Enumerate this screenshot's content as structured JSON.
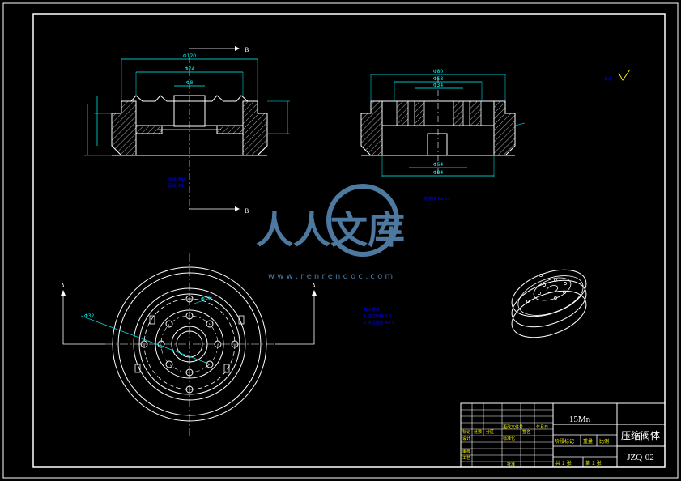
{
  "colors": {
    "background": "#000000",
    "line": "#ffffff",
    "dimension": "#00ffff",
    "note": "#0000ff",
    "label": "#ffff00",
    "watermark": "#6fa8dc"
  },
  "section_markers": {
    "b_top": "B",
    "b_bottom": "B",
    "a_left": "A",
    "a_right": "A"
  },
  "watermark": {
    "title": "人人文库",
    "url": "w w w . r e n r e n d o c . c o m"
  },
  "front_view": {
    "dim_outer": "Φ120",
    "dim_mid": "Φ74",
    "dim_inner": "Φ8",
    "note_line1": "图纸 #16",
    "note_line2": "图纸 #1"
  },
  "side_view": {
    "dim_top1": "Φ80",
    "dim_top2": "Φ58",
    "dim_top3": "Φ34",
    "dim_bottom1": "Φ54",
    "dim_bottom2": "Φ84",
    "note": "粗糙度 Ra 3.2"
  },
  "plan_view": {
    "dim_bolt": "Φ12",
    "dim_diag": "Φ32"
  },
  "tech_notes": {
    "title": "技术要求",
    "line1": "1.锐边倒钝 0.5",
    "line2": "2.未注圆角 R0.5"
  },
  "roughness": {
    "label": "其余"
  },
  "title_block": {
    "material": "15Mn",
    "part_name": "压缩阀体",
    "drawing_no": "JZQ-02",
    "weight_label": "重量",
    "scale_label": "比例",
    "stage_label": "阶段标记",
    "sheets": "共 1 张",
    "sheet": "第 1 张",
    "row_labels": [
      "标记",
      "处数",
      "分区",
      "更改文件号",
      "签名",
      "年月日"
    ],
    "left_labels": [
      "设计",
      "审核",
      "工艺",
      "标准化",
      "批准"
    ]
  }
}
